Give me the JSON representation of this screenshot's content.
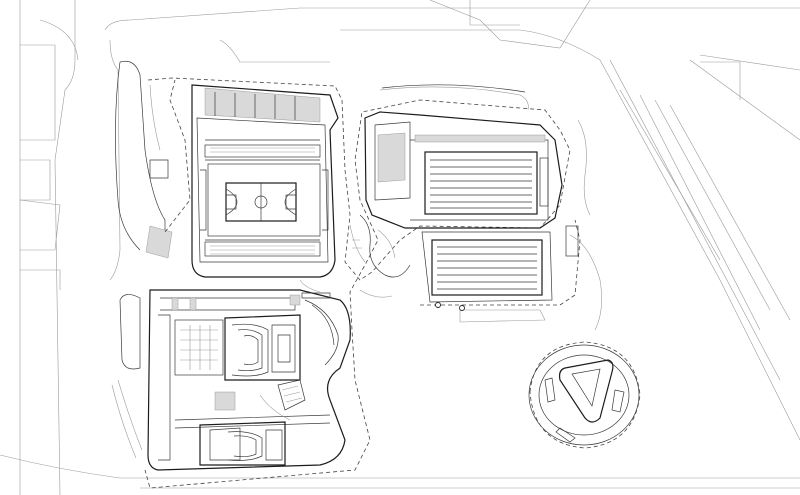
{
  "drawing": {
    "type": "architectural site plan",
    "line_color": "#3a3a3a",
    "background": "#ffffff"
  },
  "features": {
    "sports_hall_courts": 1,
    "pool_lanes": 8,
    "training_pool_lanes": 8,
    "theatres": 2
  }
}
